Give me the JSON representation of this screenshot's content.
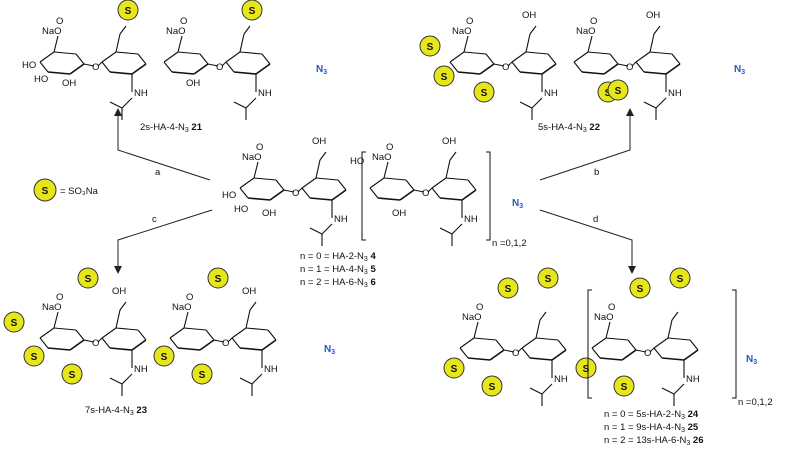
{
  "legend": {
    "symbol": "S",
    "equals": "= SO₃Na"
  },
  "arrows": {
    "a": "a",
    "b": "b",
    "c": "c",
    "d": "d"
  },
  "center": {
    "repeat": "n =0,1,2",
    "lines": [
      "n = 0 = HA-2-N",
      "n = 1 = HA-4-N",
      "n = 2 = HA-6-N"
    ],
    "nums": [
      "4",
      "5",
      "6"
    ]
  },
  "compounds": {
    "c21": {
      "name": "2s-HA-4-N",
      "num": "21"
    },
    "c22": {
      "name": "5s-HA-4-N",
      "num": "22"
    },
    "c23": {
      "name": "7s-HA-4-N",
      "num": "23"
    }
  },
  "bottom_right": {
    "repeat": "n =0,1,2",
    "lines": [
      "n = 0 = 5s-HA-2-N",
      "n = 1 = 9s-HA-4-N",
      "n = 2 = 13s-HA-6-N"
    ],
    "nums": [
      "24",
      "25",
      "26"
    ]
  },
  "atoms": {
    "azide": "N",
    "sub3": "3",
    "nh": "NH",
    "nao": "NaO",
    "ho": "HO",
    "oh": "OH",
    "o": "O"
  }
}
